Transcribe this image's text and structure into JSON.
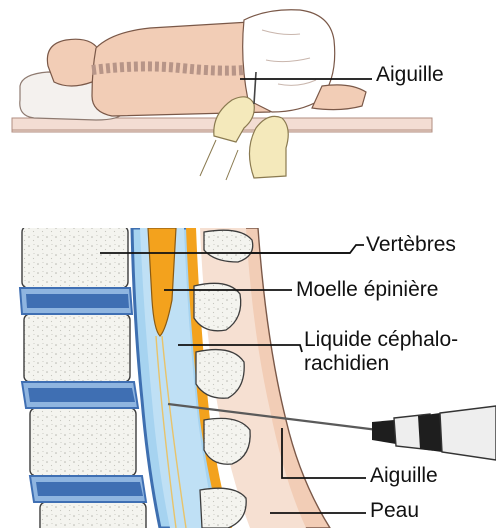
{
  "labels": {
    "top_needle": "Aiguille",
    "vertebrae": "Vertèbres",
    "spinal_cord": "Moelle épinière",
    "csf_line1": "Liquide céphalo-",
    "csf_line2": "rachidien",
    "bottom_needle": "Aiguille",
    "skin": "Peau"
  },
  "colors": {
    "skin_tone": "#f2cdb6",
    "skin_outline": "#7a5848",
    "vertebra_body": "#f4f4ef",
    "disc": "#3f6fb3",
    "disc_light": "#8fb5e0",
    "spinal_cord": "#f3a21d",
    "csf": "#a6d3f0",
    "dura": "#3e6fb0",
    "glove": "#f4e9bb",
    "leader_line": "#111111",
    "syringe_barrel": "#eeeeee",
    "syringe_dark": "#1e1e1e"
  }
}
